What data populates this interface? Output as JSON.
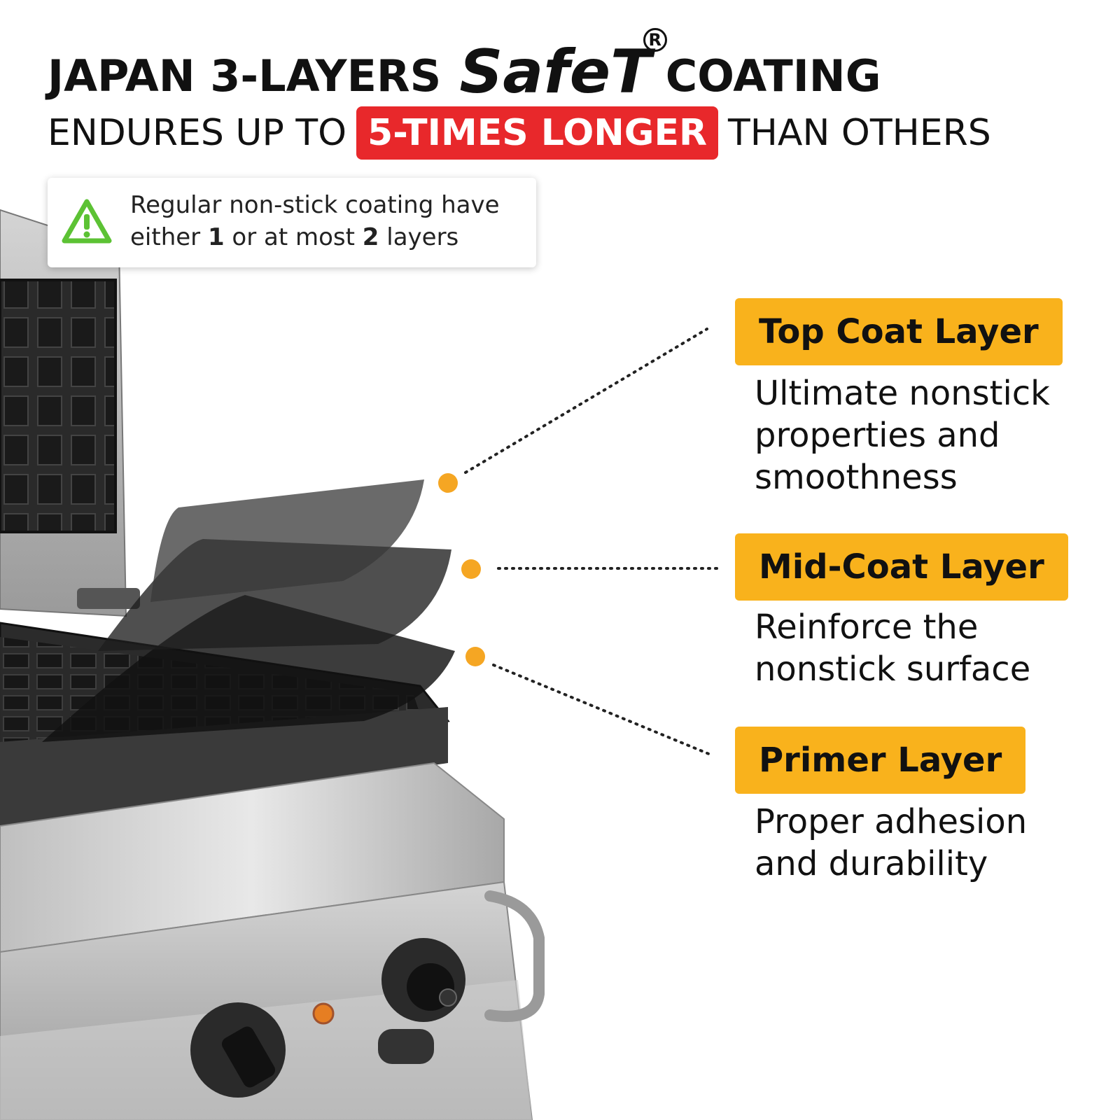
{
  "headline": {
    "prefix": "JAPAN 3-LAYERS",
    "brand": "SafeT",
    "registered": "R",
    "suffix": "COATING"
  },
  "subline": {
    "prefix": "ENDURES UP TO",
    "highlight": "5-TIMES LONGER",
    "suffix": "THAN OTHERS"
  },
  "note": {
    "line1": "Regular non-stick coating have",
    "line2_before": "either ",
    "num1": "1",
    "line2_mid": " or at most ",
    "num2": "2",
    "line2_after": " layers",
    "icon": "warning-triangle-icon"
  },
  "layers": [
    {
      "label": "Top Coat Layer",
      "description": [
        "Ultimate nonstick",
        "properties and",
        "smoothness"
      ]
    },
    {
      "label": "Mid-Coat Layer",
      "description": [
        "Reinforce the",
        "nonstick surface"
      ]
    },
    {
      "label": "Primer Layer",
      "description": [
        "Proper adhesion",
        "and durability"
      ]
    }
  ],
  "colors": {
    "accent_yellow": "#f9b21c",
    "highlight_red": "#e8282b",
    "warning_green": "#5cc234",
    "dot_orange": "#f5a623"
  }
}
